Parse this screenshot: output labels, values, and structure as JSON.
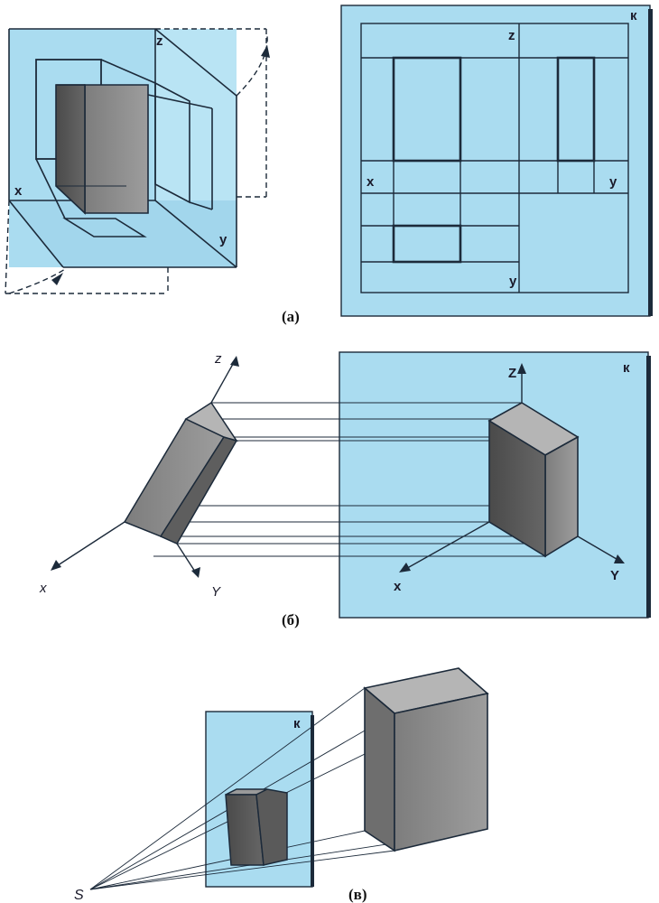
{
  "colors": {
    "plane": "#aadcf0",
    "plane_edge": "#1c2a3a",
    "box_front": "#8a8a8a",
    "box_side": "#5e5e5e",
    "box_top": "#b5b5b5"
  },
  "panel_a": {
    "caption": "(а)",
    "left_labels": {
      "z": "z",
      "x": "x",
      "y": "y"
    },
    "right_labels": {
      "k": "к",
      "z": "z",
      "x": "x",
      "y_right": "y",
      "y_bottom": "y"
    }
  },
  "panel_b": {
    "caption": "(б)",
    "left_labels": {
      "z": "z",
      "x": "x",
      "y": "Y"
    },
    "right_labels": {
      "k": "к",
      "z": "Z",
      "x": "x",
      "y": "Y"
    }
  },
  "panel_c": {
    "caption": "(в)",
    "k_label": "к",
    "s_label": "S"
  }
}
